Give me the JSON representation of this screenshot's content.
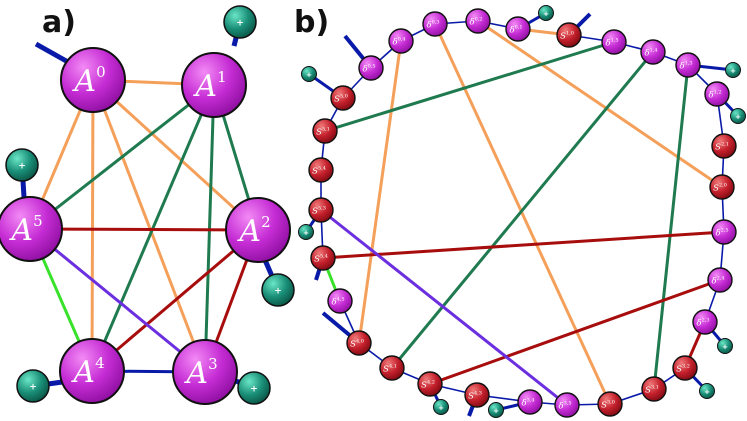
{
  "panels": [
    {
      "id": "a",
      "label": "a)"
    },
    {
      "id": "b",
      "label": "b)"
    }
  ],
  "colors": {
    "orange": "#f5a05a",
    "green": "#1f7a4f",
    "red": "#a80d0d",
    "purple": "#6b2fe0",
    "lime": "#38e22a",
    "blue": "#0a1aa8",
    "magenta": "#c52cd4",
    "crimson": "#c4202c",
    "teal": "#1a8f78"
  },
  "diagram_a": {
    "nodes": [
      {
        "id": "A0",
        "base": "A",
        "sup": "0"
      },
      {
        "id": "A1",
        "base": "A",
        "sup": "1"
      },
      {
        "id": "A2",
        "base": "A",
        "sup": "2"
      },
      {
        "id": "A3",
        "base": "A",
        "sup": "3"
      },
      {
        "id": "A4",
        "base": "A",
        "sup": "4"
      },
      {
        "id": "A5",
        "base": "A",
        "sup": "5"
      }
    ],
    "edges": [
      {
        "from": "A0",
        "to": "A1",
        "color": "orange"
      },
      {
        "from": "A0",
        "to": "A5",
        "color": "orange"
      },
      {
        "from": "A0",
        "to": "A4",
        "color": "orange"
      },
      {
        "from": "A0",
        "to": "A3",
        "color": "orange"
      },
      {
        "from": "A0",
        "to": "A2",
        "color": "orange"
      },
      {
        "from": "A1",
        "to": "A5",
        "color": "green"
      },
      {
        "from": "A1",
        "to": "A4",
        "color": "green"
      },
      {
        "from": "A1",
        "to": "A3",
        "color": "green"
      },
      {
        "from": "A1",
        "to": "A2",
        "color": "green"
      },
      {
        "from": "A5",
        "to": "A2",
        "color": "red"
      },
      {
        "from": "A4",
        "to": "A2",
        "color": "red"
      },
      {
        "from": "A3",
        "to": "A2",
        "color": "red"
      },
      {
        "from": "A5",
        "to": "A3",
        "color": "purple"
      },
      {
        "from": "A5",
        "to": "A4",
        "color": "lime"
      },
      {
        "from": "A4",
        "to": "A3",
        "color": "blue"
      }
    ],
    "plus_symbol": "+"
  },
  "diagram_b": {
    "nodes": [
      {
        "id": "d05",
        "kind": "delta",
        "base": "δ",
        "sup": "0,5"
      },
      {
        "id": "d04",
        "kind": "delta",
        "base": "δ",
        "sup": "0,4"
      },
      {
        "id": "d03",
        "kind": "delta",
        "base": "δ",
        "sup": "0,3"
      },
      {
        "id": "d02",
        "kind": "delta",
        "base": "δ",
        "sup": "0,2"
      },
      {
        "id": "d01",
        "kind": "delta",
        "base": "δ",
        "sup": "0,1"
      },
      {
        "id": "S10",
        "kind": "S",
        "base": "S",
        "sup": "1,0"
      },
      {
        "id": "d15",
        "kind": "delta",
        "base": "δ",
        "sup": "1,5"
      },
      {
        "id": "d14",
        "kind": "delta",
        "base": "δ",
        "sup": "1,4"
      },
      {
        "id": "d13",
        "kind": "delta",
        "base": "δ",
        "sup": "1,3"
      },
      {
        "id": "d12",
        "kind": "delta",
        "base": "δ",
        "sup": "1,2"
      },
      {
        "id": "S21",
        "kind": "S",
        "base": "S",
        "sup": "2,1"
      },
      {
        "id": "S20",
        "kind": "S",
        "base": "S",
        "sup": "2,0"
      },
      {
        "id": "d25",
        "kind": "delta",
        "base": "δ",
        "sup": "2,5"
      },
      {
        "id": "d24",
        "kind": "delta",
        "base": "δ",
        "sup": "2,4"
      },
      {
        "id": "d23",
        "kind": "delta",
        "base": "δ",
        "sup": "2,3"
      },
      {
        "id": "S32",
        "kind": "S",
        "base": "S",
        "sup": "3,2"
      },
      {
        "id": "S31",
        "kind": "S",
        "base": "S",
        "sup": "3,1"
      },
      {
        "id": "S30",
        "kind": "S",
        "base": "S",
        "sup": "3,0"
      },
      {
        "id": "d35",
        "kind": "delta",
        "base": "δ",
        "sup": "3,5"
      },
      {
        "id": "d34",
        "kind": "delta",
        "base": "δ",
        "sup": "3,4"
      },
      {
        "id": "S43",
        "kind": "S",
        "base": "S",
        "sup": "4,3"
      },
      {
        "id": "S42",
        "kind": "S",
        "base": "S",
        "sup": "4,2"
      },
      {
        "id": "S41",
        "kind": "S",
        "base": "S",
        "sup": "4,1"
      },
      {
        "id": "S40",
        "kind": "S",
        "base": "S",
        "sup": "4,0"
      },
      {
        "id": "d45",
        "kind": "delta",
        "base": "δ",
        "sup": "4,5"
      },
      {
        "id": "S54",
        "kind": "S",
        "base": "S",
        "sup": "5,4"
      },
      {
        "id": "S53",
        "kind": "S",
        "base": "S",
        "sup": "5,3"
      },
      {
        "id": "S5x",
        "kind": "S",
        "base": "S",
        "sup": "5,4"
      },
      {
        "id": "S51",
        "kind": "S",
        "base": "S",
        "sup": "5,1"
      },
      {
        "id": "S50",
        "kind": "S",
        "base": "S",
        "sup": "5,0"
      }
    ],
    "chords": [
      {
        "from": "d04",
        "to": "S40",
        "color": "orange"
      },
      {
        "from": "d03",
        "to": "S30",
        "color": "orange"
      },
      {
        "from": "d02",
        "to": "S20",
        "color": "orange"
      },
      {
        "from": "S51",
        "to": "d15",
        "color": "green"
      },
      {
        "from": "S41",
        "to": "d14",
        "color": "green"
      },
      {
        "from": "S31",
        "to": "d13",
        "color": "green"
      },
      {
        "from": "S54",
        "to": "d25",
        "color": "red"
      },
      {
        "from": "S42",
        "to": "d24",
        "color": "red"
      },
      {
        "from": "S53",
        "to": "d35",
        "color": "purple"
      }
    ],
    "plus_symbol": "+"
  }
}
